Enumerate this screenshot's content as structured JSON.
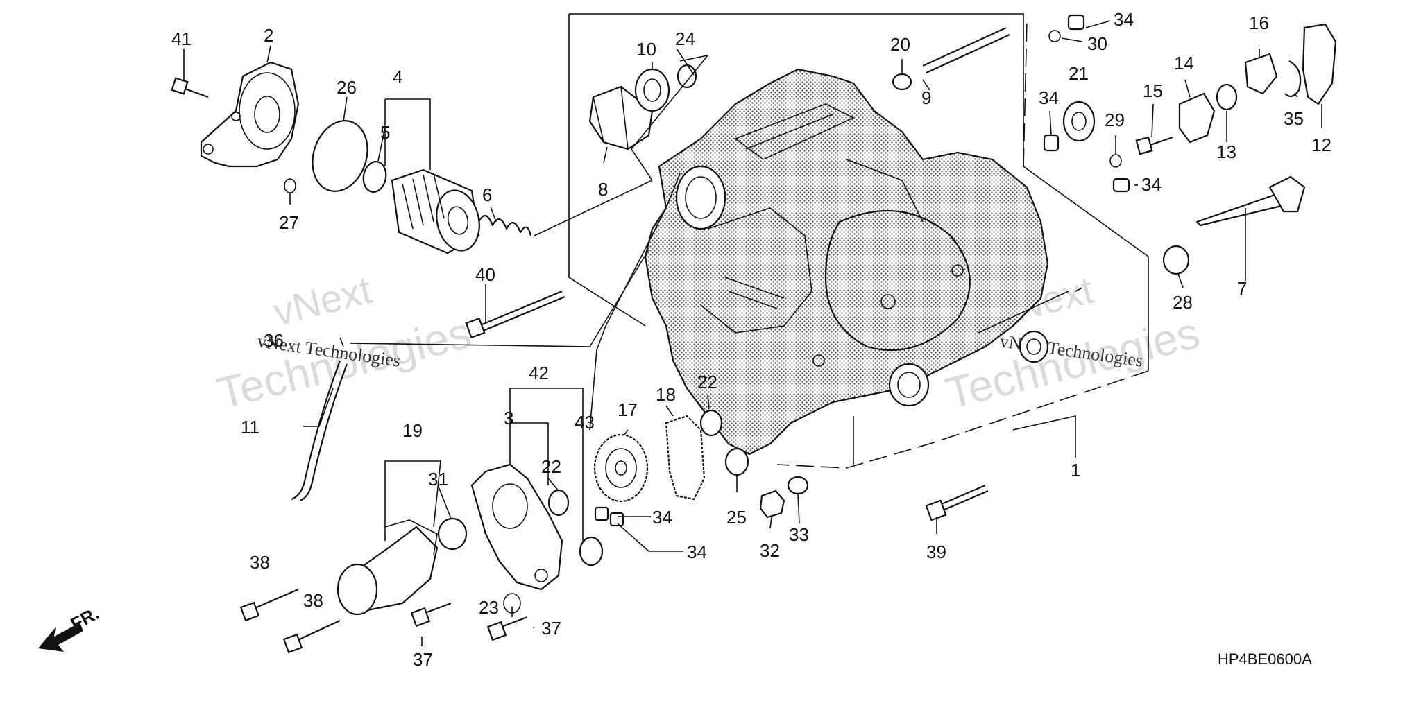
{
  "diagram": {
    "code": "HP4BE0600A",
    "direction_label": "FR.",
    "watermarks": [
      {
        "line1": "vNext",
        "line2": "Technologies"
      },
      {
        "line1": "vNext",
        "line2": "Technologies"
      }
    ],
    "small_watermarks": [
      "vNext Technologies",
      "vNext Technologies"
    ],
    "callouts": [
      "1",
      "2",
      "3",
      "4",
      "5",
      "6",
      "7",
      "8",
      "9",
      "10",
      "11",
      "12",
      "13",
      "14",
      "15",
      "16",
      "17",
      "18",
      "19",
      "20",
      "21",
      "22",
      "22",
      "23",
      "24",
      "25",
      "26",
      "27",
      "28",
      "29",
      "30",
      "31",
      "32",
      "33",
      "34",
      "34",
      "34",
      "34",
      "34",
      "35",
      "36",
      "37",
      "37",
      "38",
      "38",
      "39",
      "40",
      "41",
      "42",
      "43"
    ]
  }
}
